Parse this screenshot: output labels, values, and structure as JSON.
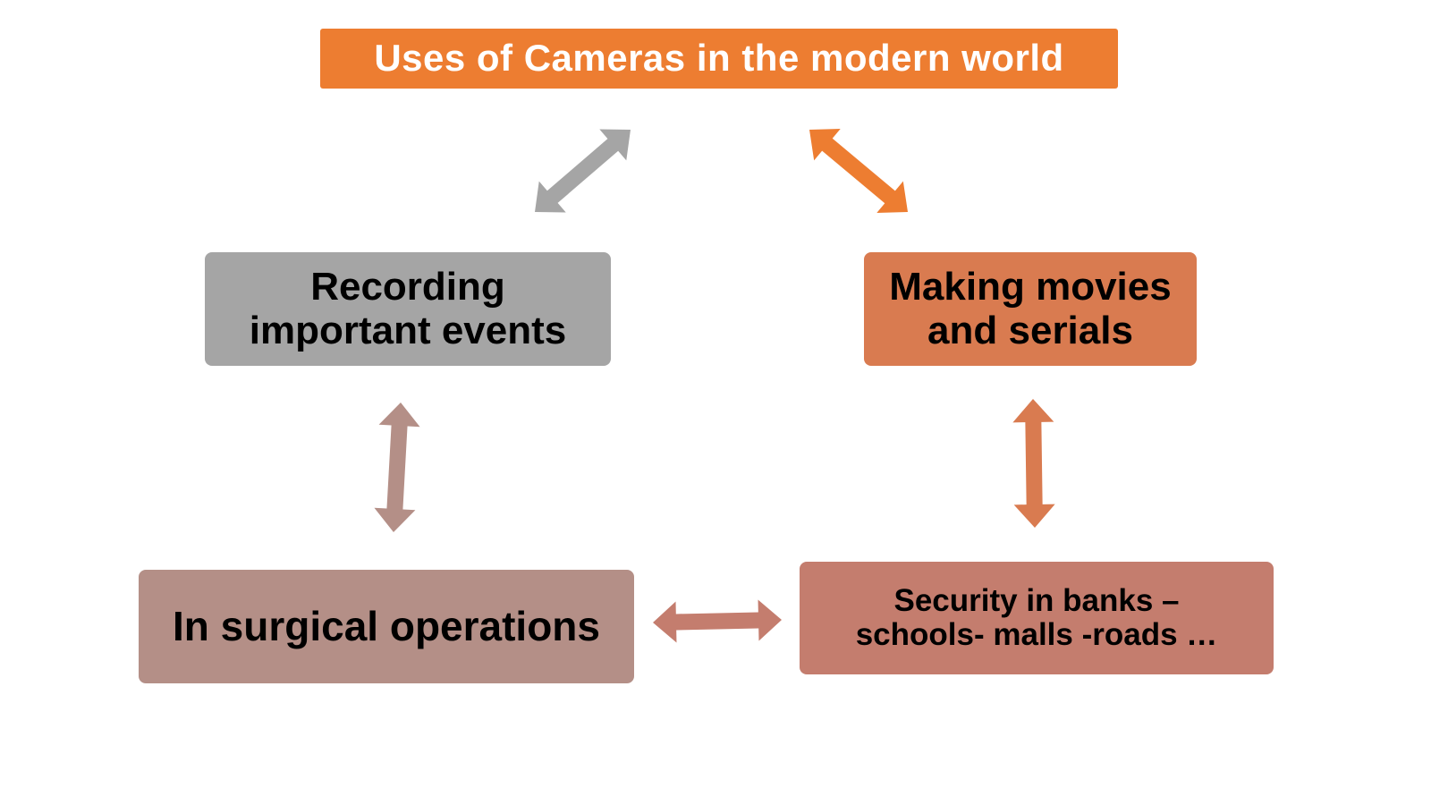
{
  "title": "Uses of Cameras in the modern world",
  "nodes": {
    "recording": [
      "Recording",
      "important events"
    ],
    "movies": [
      "Making movies",
      "and serials"
    ],
    "surgical": "In surgical operations",
    "security": [
      "Security in banks –",
      "schools- malls -roads …"
    ]
  },
  "colors": {
    "title": "#ed7d31",
    "recording": "#a5a5a5",
    "movies": "#d97b50",
    "surgical": "#b48f87",
    "security": "#c47d6e"
  }
}
